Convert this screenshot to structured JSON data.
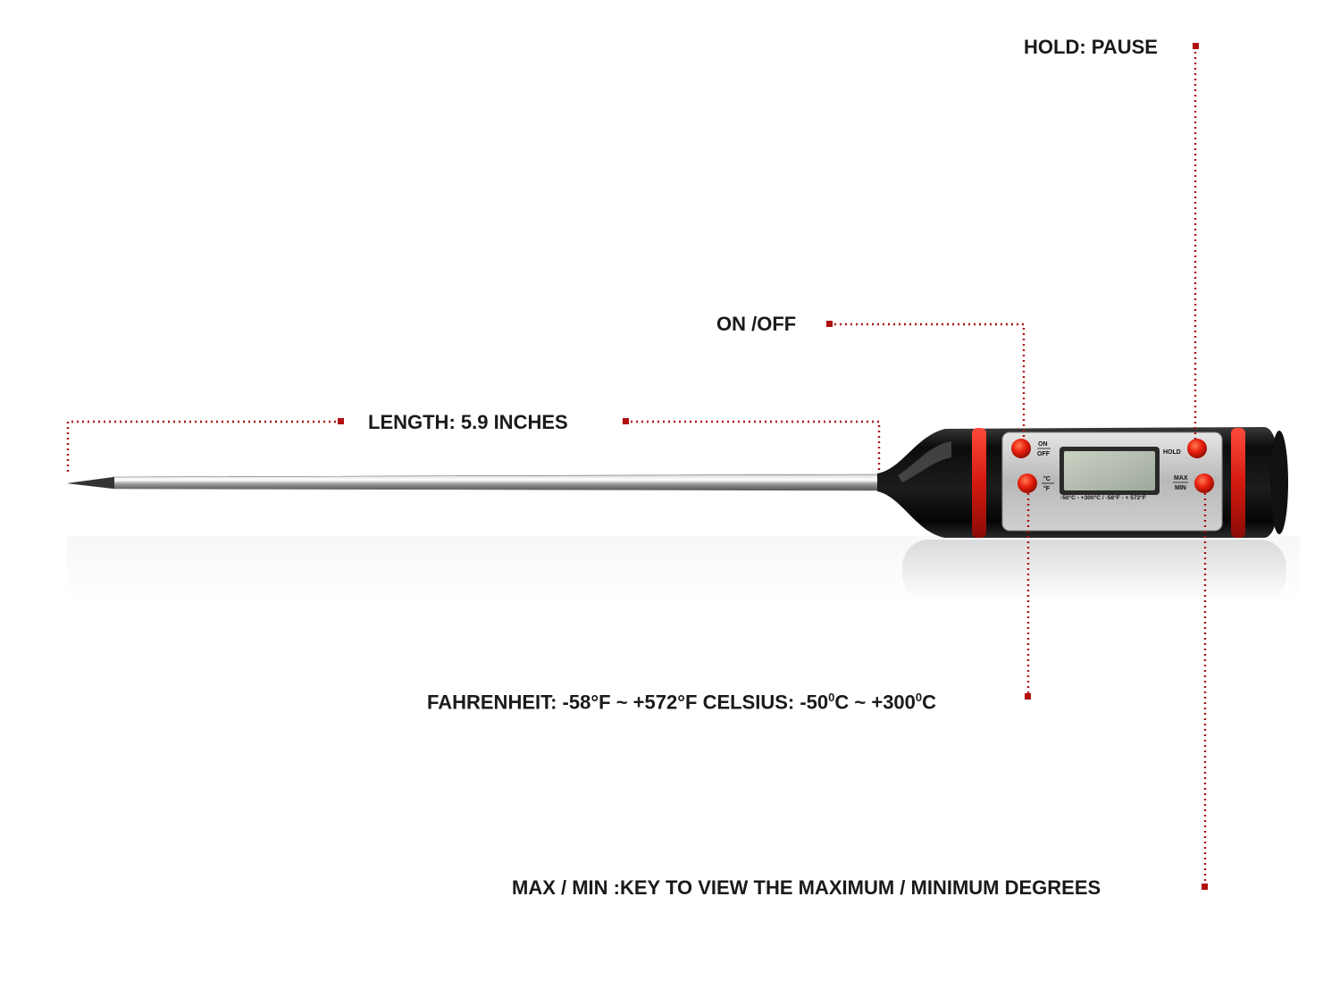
{
  "callouts": {
    "hold": "HOLD: PAUSE",
    "on_off": "ON /OFF",
    "length": "LENGTH:  5.9 INCHES",
    "temperature_prefix": "FAHRENHEIT: -58°F ~ +572°F  CELSIUS: -50",
    "temperature_mid": "C ~ +300",
    "temperature_end": "C",
    "temperature_degree_sup": "0",
    "max_min": "MAX / MIN :KEY TO VIEW THE MAXIMUM / MINIMUM DEGREES"
  },
  "device": {
    "button_on_off_top": "ON",
    "button_on_off_bottom": "OFF",
    "button_unit_top": "°C",
    "button_unit_bottom": "°F",
    "button_hold": "HOLD",
    "button_max": "MAX",
    "button_min": "MIN",
    "lcd_range": "-50°C - +300°C / -58°F - + 572°F"
  },
  "colors": {
    "accent": "#b01010",
    "body": "#141414",
    "button": "#e8200e"
  }
}
